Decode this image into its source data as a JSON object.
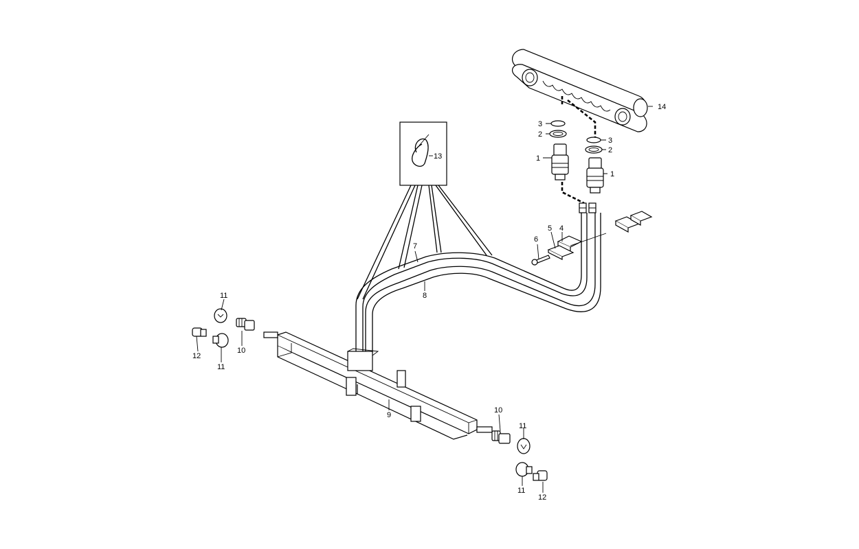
{
  "callouts": {
    "p1a": "1",
    "p1b": "1",
    "p2a": "2",
    "p2b": "2",
    "p3a": "3",
    "p3b": "3",
    "p4": "4",
    "p5": "5",
    "p6": "6",
    "p7": "7",
    "p8": "8",
    "p9": "9",
    "p10a": "10",
    "p10b": "10",
    "p11a": "11",
    "p11b": "11",
    "p11c": "11",
    "p11d": "11",
    "p12a": "12",
    "p12b": "12",
    "p13": "13",
    "p14": "14"
  }
}
